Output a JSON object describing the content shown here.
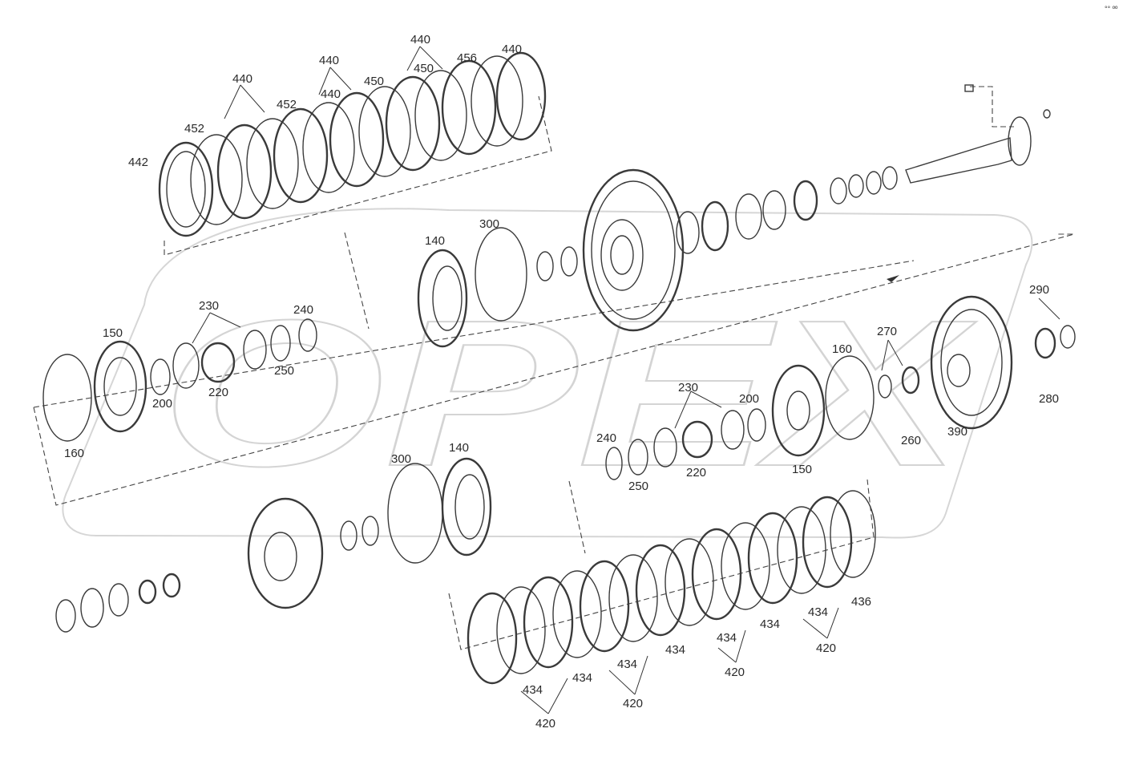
{
  "watermark": "OPEX",
  "corner_mark": "°° ºº",
  "labels": {
    "top_stack": [
      "440",
      "440",
      "440",
      "440",
      "456",
      "450",
      "450",
      "452",
      "452",
      "440",
      "442"
    ],
    "mid_left": [
      "140",
      "300",
      "230",
      "240",
      "150",
      "250",
      "200",
      "220",
      "160"
    ],
    "mid_right": [
      "290",
      "270",
      "160",
      "230",
      "200",
      "280",
      "260",
      "390",
      "240",
      "250",
      "220",
      "150"
    ],
    "lower": [
      "300",
      "140"
    ],
    "bottom_stack": [
      "436",
      "434",
      "434",
      "434",
      "420",
      "434",
      "420",
      "434",
      "434",
      "420",
      "434",
      "420"
    ]
  }
}
